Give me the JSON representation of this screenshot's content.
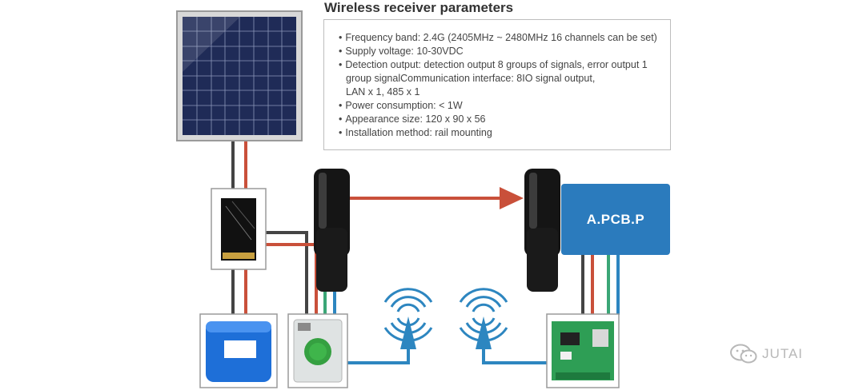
{
  "title": "Wireless receiver parameters",
  "parameters": [
    "Frequency band: 2.4G (2405MHz ~ 2480MHz 16 channels can be set)",
    "Supply voltage: 10-30VDC",
    "Detection output: detection output 8 groups of signals, error output 1\ngroup signalCommunication interface: 8IO signal output,\nLAN x 1, 485 x 1",
    "Power consumption: < 1W",
    "Appearance size: 120 x 90 x 56",
    "Installation method: rail mounting"
  ],
  "controller_label": "A.PCB.P",
  "watermark": "JUTAI",
  "colors": {
    "wire_red": "#c9503a",
    "wire_dark": "#444444",
    "wire_green": "#3aa676",
    "wire_blue": "#2d86c0",
    "controller_blue": "#2b7bbd",
    "arrow": "#c9503a",
    "signal_blue": "#2d86c0"
  },
  "icons": {
    "solar_panel": "solar-panel-icon",
    "charge_controller": "charge-controller-icon",
    "battery": "battery-pack-icon",
    "transmitter_module": "wireless-transmitter-icon",
    "receiver_module": "wireless-receiver-board-icon",
    "beam_sensor": "beam-sensor-icon",
    "signal": "wireless-signal-icon",
    "watermark_logo": "wechat-logo-icon"
  }
}
